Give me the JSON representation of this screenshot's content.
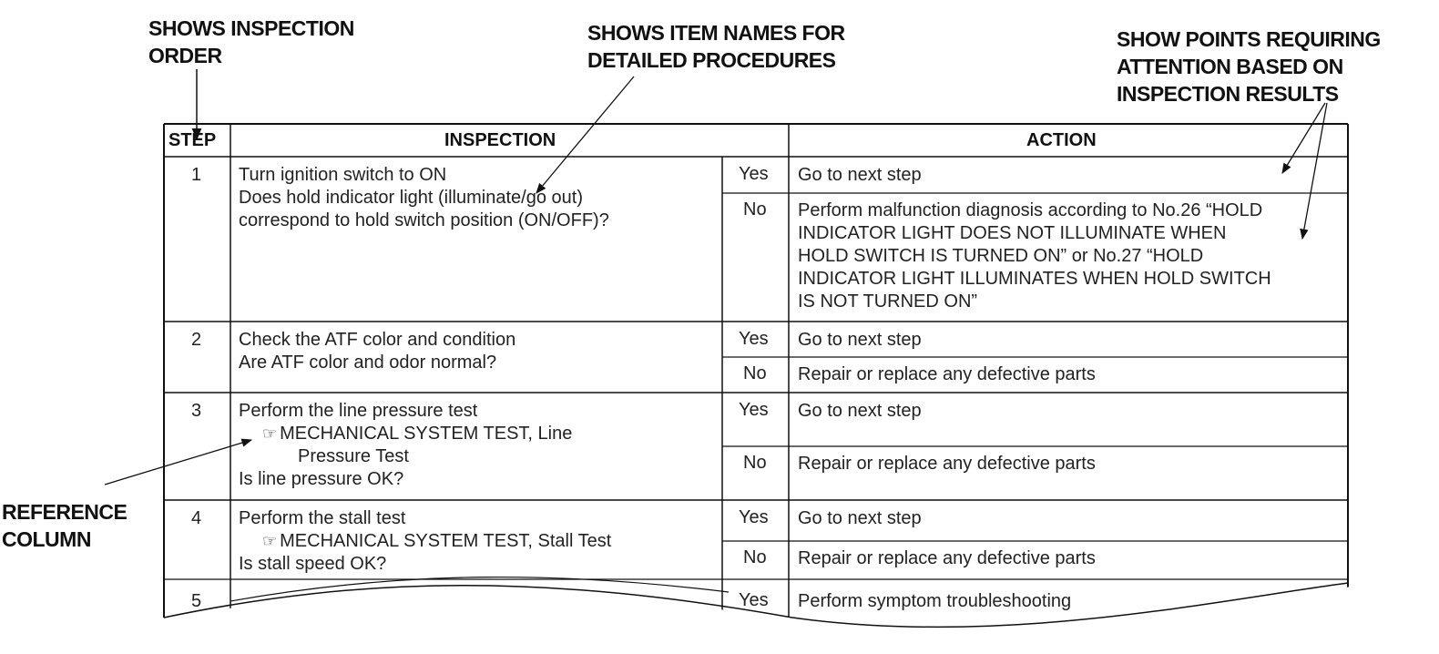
{
  "callouts": {
    "inspection_order": [
      "SHOWS INSPECTION",
      "ORDER"
    ],
    "item_names": [
      "SHOWS ITEM NAMES FOR",
      "DETAILED PROCEDURES"
    ],
    "attention_points": [
      "SHOW POINTS REQUIRING",
      "ATTENTION BASED ON",
      "INSPECTION RESULTS"
    ],
    "reference_column": [
      "REFERENCE",
      "COLUMN"
    ]
  },
  "table": {
    "headers": {
      "step": "STEP",
      "inspection": "INSPECTION",
      "action": "ACTION"
    },
    "reference_icon": "pointing-hand-icon",
    "rows": [
      {
        "step": "1",
        "inspection": [
          "Turn ignition switch to ON",
          "Does hold indicator light (illuminate/go out)",
          "correspond to hold switch position (ON/OFF)?"
        ],
        "yes_label": "Yes",
        "yes_action": [
          "Go to next step"
        ],
        "no_label": "No",
        "no_action": [
          "Perform malfunction diagnosis according to No.26 “HOLD",
          "INDICATOR LIGHT DOES NOT ILLUMINATE WHEN",
          "HOLD SWITCH IS TURNED ON” or No.27 “HOLD",
          "INDICATOR LIGHT ILLUMINATES WHEN HOLD SWITCH",
          "IS NOT TURNED ON”"
        ]
      },
      {
        "step": "2",
        "inspection": [
          "Check the ATF color and condition",
          "Are ATF color and odor normal?"
        ],
        "yes_label": "Yes",
        "yes_action": [
          "Go to next step"
        ],
        "no_label": "No",
        "no_action": [
          "Repair or replace any defective parts"
        ]
      },
      {
        "step": "3",
        "inspection": [
          "Perform the line pressure test",
          "MECHANICAL SYSTEM TEST, Line",
          "Pressure Test",
          "Is line pressure OK?"
        ],
        "yes_label": "Yes",
        "yes_action": [
          "Go to next step"
        ],
        "no_label": "No",
        "no_action": [
          "Repair or replace any defective parts"
        ]
      },
      {
        "step": "4",
        "inspection": [
          "Perform the stall test",
          "MECHANICAL SYSTEM TEST, Stall Test",
          "Is stall speed OK?"
        ],
        "yes_label": "Yes",
        "yes_action": [
          "Go to next step"
        ],
        "no_label": "No",
        "no_action": [
          "Repair or replace any defective parts"
        ]
      },
      {
        "step": "5",
        "yes_label": "Yes",
        "yes_action": [
          "Perform symptom troubleshooting"
        ]
      }
    ]
  }
}
